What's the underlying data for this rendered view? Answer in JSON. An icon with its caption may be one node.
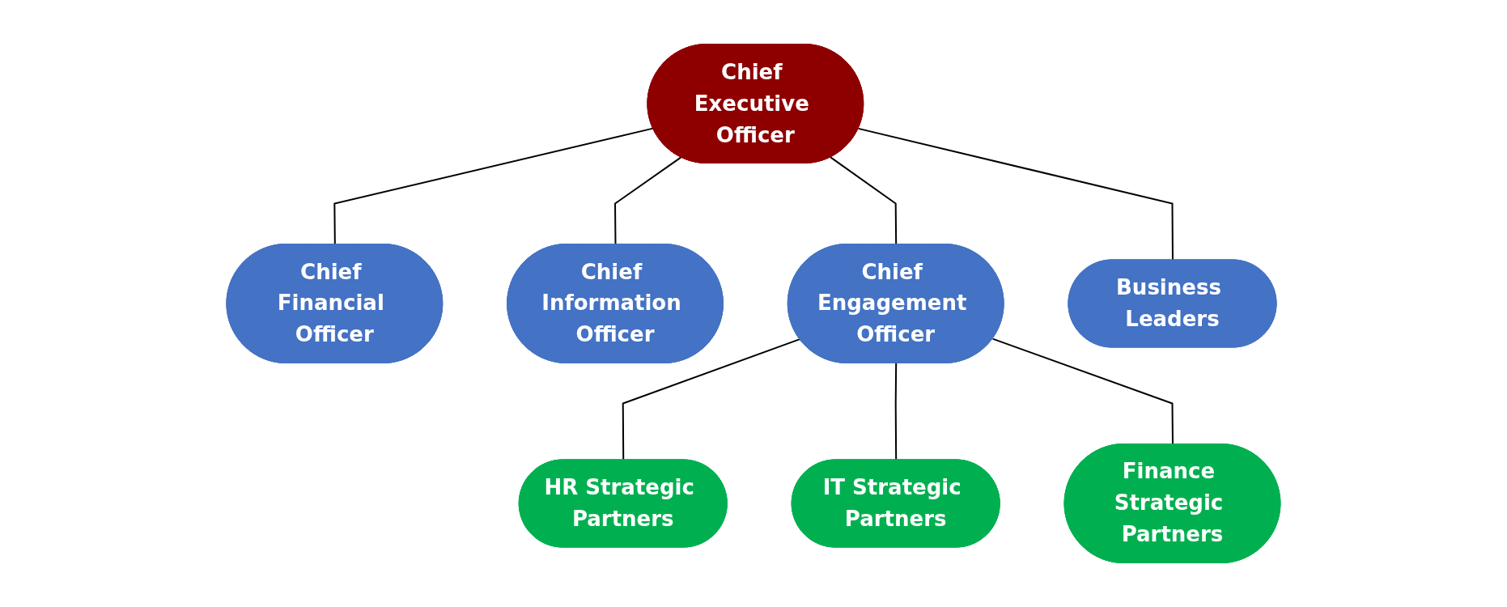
{
  "diagram": {
    "nodes": [
      {
        "text": [
          "Chief Executive Officer"
        ]
      },
      {
        "text": [
          "Chief Financial Officer"
        ]
      },
      {
        "text": [
          "Chief Information Officer"
        ]
      },
      {
        "text": [
          "Chief Engagement Officer"
        ]
      },
      {
        "text": [
          "Business Leaders"
        ]
      },
      {
        "text": [
          "HR Strategic Partners"
        ]
      },
      {
        "text": [
          "IT Strategic Partners"
        ]
      },
      {
        "text": [
          "Finance Strategic Partners"
        ]
      }
    ],
    "edges": [
      {
        "from": 0,
        "to": 1,
        "arrow": "none"
      },
      {
        "from": 0,
        "to": 2,
        "arrow": "none"
      },
      {
        "from": 0,
        "to": 3,
        "arrow": "none"
      },
      {
        "from": 0,
        "to": 4,
        "arrow": "none"
      },
      {
        "from": 3,
        "to": 5,
        "arrow": "none"
      },
      {
        "from": 3,
        "to": 6,
        "arrow": "none"
      },
      {
        "from": 3,
        "to": 7,
        "arrow": "none"
      }
    ]
  }
}
